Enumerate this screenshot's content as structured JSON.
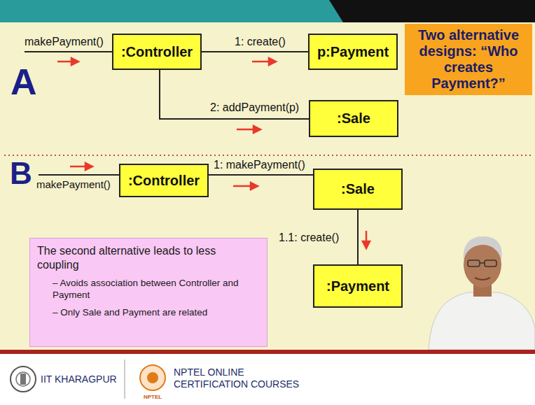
{
  "diagram": {
    "nodes": [
      {
        "text": [
          ":Controller"
        ]
      },
      {
        "text": [
          "p:Payment"
        ]
      },
      {
        "text": [
          "Two alternative designs: “Who creates Payment?”"
        ]
      },
      {
        "text": [
          ":Sale"
        ]
      },
      {
        "text": [
          ":Controller"
        ]
      },
      {
        "text": [
          ":Sale"
        ]
      },
      {
        "text": [
          "The second alternative leads to less coupling",
          "– Avoids association between Controller and Payment",
          "– Only Sale and Payment are related"
        ]
      },
      {
        "text": [
          ":Payment"
        ]
      }
    ],
    "edges": [
      {
        "from": 0,
        "to": 1,
        "label": "1: create()",
        "arrow": "none"
      },
      {
        "from": 0,
        "to": 3,
        "label": "2: addPayment(p)",
        "arrow": "none"
      },
      {
        "from": 4,
        "to": 5,
        "label": "1: makePayment()",
        "arrow": "none"
      },
      {
        "from": 5,
        "to": 7,
        "label": "1.1: create()",
        "arrow": "none"
      }
    ],
    "labels": [
      "makePayment()",
      "A",
      "B",
      "makePayment()",
      "IIT KHARAGPUR",
      "NPTEL ONLINE CERTIFICATION COURSES",
      "NPTEL"
    ]
  }
}
